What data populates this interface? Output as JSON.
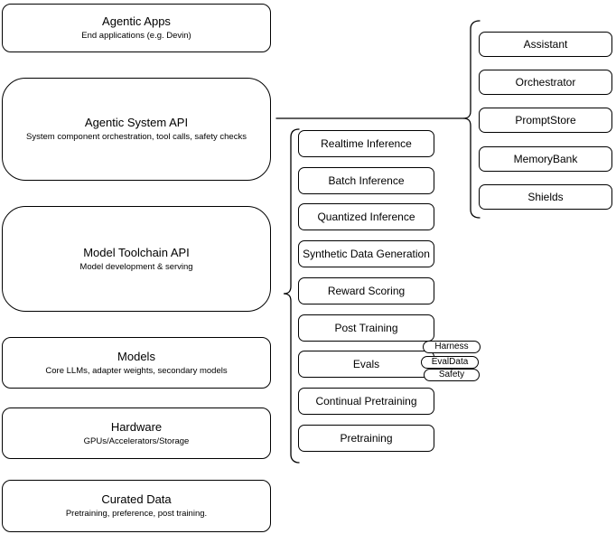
{
  "diagram": {
    "layers": [
      {
        "title": "Agentic Apps",
        "subtitle": "End applications (e.g. Devin)"
      },
      {
        "title": "Agentic System API",
        "subtitle": "System component orchestration, tool calls, safety checks"
      },
      {
        "title": "Model Toolchain API",
        "subtitle": "Model development & serving"
      },
      {
        "title": "Models",
        "subtitle": "Core LLMs, adapter weights, secondary models"
      },
      {
        "title": "Hardware",
        "subtitle": "GPUs/Accelerators/Storage"
      },
      {
        "title": "Curated Data",
        "subtitle": "Pretraining, preference, post training."
      }
    ],
    "toolchain_items": [
      "Realtime Inference",
      "Batch Inference",
      "Quantized Inference",
      "Synthetic Data Generation",
      "Reward Scoring",
      "Post Training",
      "Evals",
      "Continual Pretraining",
      "Pretraining"
    ],
    "evals_tags": [
      "Harness",
      "EvalData",
      "Safety"
    ],
    "system_components": [
      "Assistant",
      "Orchestrator",
      "PromptStore",
      "MemoryBank",
      "Shields"
    ]
  },
  "colors": {
    "background": "#ffffff",
    "box_fill": "#ffffff",
    "box_border": "#000000",
    "text": "#000000",
    "connector": "#000000"
  }
}
